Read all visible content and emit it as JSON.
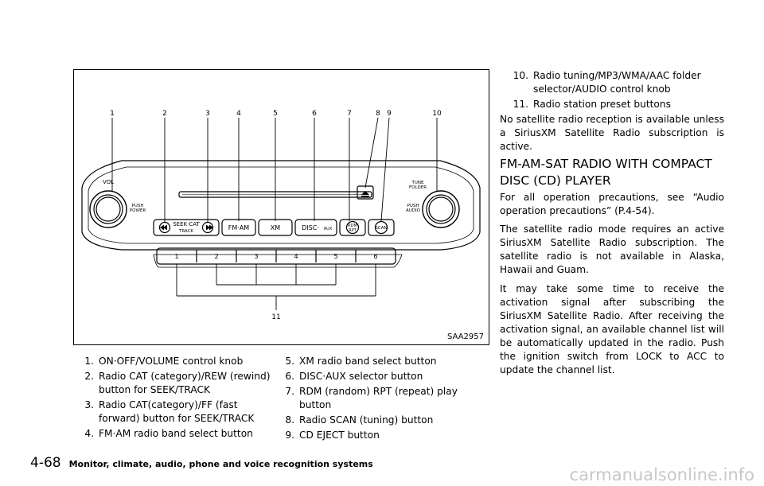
{
  "figure": {
    "code": "SAA2957",
    "callouts": [
      "1",
      "2",
      "3",
      "4",
      "5",
      "6",
      "7",
      "8",
      "9",
      "10"
    ],
    "callout_11": "11",
    "panel": {
      "vol": "VOL",
      "push_power": "PUSH\nPOWER",
      "tune": "TUNE\nFOLDER",
      "push_audio": "PUSH\nAUDIO",
      "seek_cat": "SEEK·CAT",
      "track": "TRACK",
      "fm_am": "FM·AM",
      "xm": "XM",
      "disc": "DISC·",
      "aux": "AUX",
      "rdm": "RDM",
      "rpt": "RPT",
      "scan": "SCAN",
      "presets": [
        "1",
        "2",
        "3",
        "4",
        "5",
        "6"
      ]
    }
  },
  "list_left": [
    {
      "num": "1.",
      "text": "ON·OFF/VOLUME control knob"
    },
    {
      "num": "2.",
      "text": "Radio CAT (category)/REW (rewind) button for SEEK/TRACK"
    },
    {
      "num": "3.",
      "text": "Radio CAT(category)/FF (fast forward) button for SEEK/TRACK"
    },
    {
      "num": "4.",
      "text": "FM·AM radio band select button"
    }
  ],
  "list_mid": [
    {
      "num": "5.",
      "text": "XM radio band select button"
    },
    {
      "num": "6.",
      "text": "DISC·AUX selector button"
    },
    {
      "num": "7.",
      "text": "RDM (random) RPT (repeat) play button"
    },
    {
      "num": "8.",
      "text": "Radio SCAN (tuning) button"
    },
    {
      "num": "9.",
      "text": "CD EJECT button"
    }
  ],
  "list_right": [
    {
      "num": "10.",
      "text": "Radio tuning/MP3/WMA/AAC folder selector/AUDIO control knob"
    },
    {
      "num": "11.",
      "text": "Radio station preset buttons"
    }
  ],
  "para_xm_note": "No satellite radio reception is available unless a SiriusXM Satellite Radio subscription is active.",
  "heading": "FM-AM-SAT RADIO WITH COMPACT DISC (CD) PLAYER",
  "para_1": "For all operation precautions, see “Audio operation precautions” (P.4-54).",
  "para_2": "The satellite radio mode requires an active SiriusXM Satellite Radio subscription. The satellite radio is not available in Alaska, Hawaii and Guam.",
  "para_3": "It may take some time to receive the activation signal after subscribing the SiriusXM Satellite Radio. After receiving the activation signal, an available channel list will be automatically updated in the radio. Push the ignition switch from LOCK to ACC to update the channel list.",
  "footer": {
    "page": "4-68",
    "section": "Monitor, climate, audio, phone and voice recognition systems"
  },
  "watermark": "carmanualsonline.info"
}
